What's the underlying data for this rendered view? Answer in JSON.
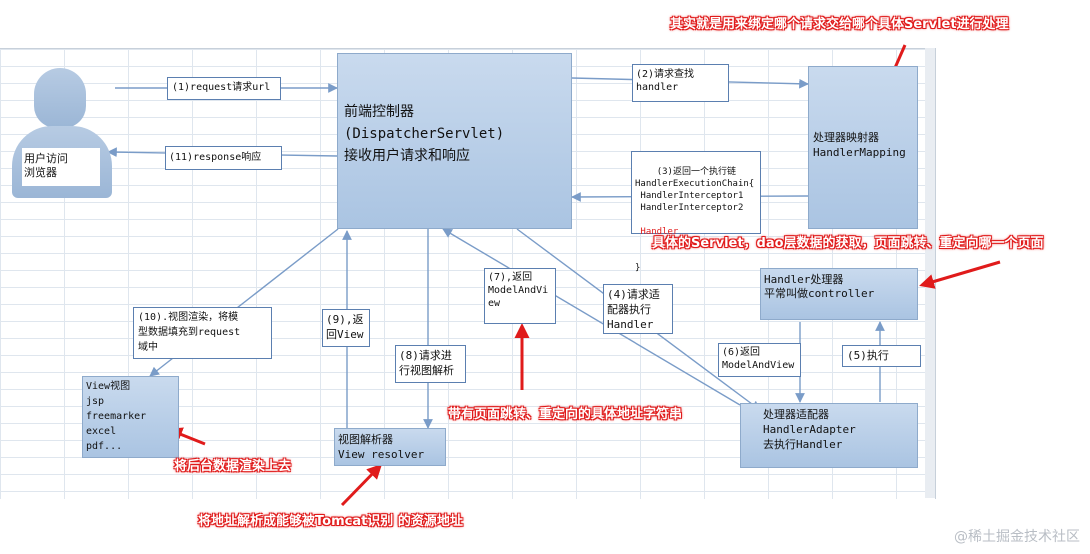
{
  "nodes": {
    "user_label": "用户访问\n浏览器",
    "dispatcher": "前端控制器\n(DispatcherServlet)\n接收用户请求和响应",
    "handler_mapping": "处理器映射器\nHandlerMapping",
    "controller": "Handler处理器\n平常叫做controller",
    "adapter": "处理器适配器\nHandlerAdapter\n去执行Handler",
    "view_resolver": "视图解析器\nView resolver",
    "view": "View视图\njsp\nfreemarker\nexcel\npdf..."
  },
  "steps": {
    "s1": "(1)request请求url",
    "s11": "(11)response响应",
    "s2": "(2)请求查找\nhandler",
    "s3_head": "(3)返回一个执行链\nHandlerExecutionChain{\n HandlerInterceptor1\n HandlerInterceptor2",
    "s3_red": " Handler",
    "s3_tail": "}",
    "s4": "(4)请求适\n配器执行\nHandler",
    "s5": "(5)执行",
    "s6": "(6)返回\nModelAndView",
    "s7": "(7),返回\nModelAndVi\new",
    "s8": "(8)请求进\n行视图解析",
    "s9": "(9),返\n回View",
    "s10": "(10).视图渲染，将模\n型数据填充到request\n域中"
  },
  "notes": {
    "n_top": "其实就是用来绑定哪个请求交给哪个具体Servlet进行处理",
    "n_controller": "具体的Servlet，dao层数据的获取，页面跳转、重定向哪一个页面",
    "n_modelandview": "带有页面跳转、重定向的具体地址字符串",
    "n_view": "将后台数据渲染上去",
    "n_resolver": "将地址解析成能够被Tomcat识别 的资源地址"
  },
  "watermark": "@稀土掘金技术社区",
  "colors": {
    "arrow": "#7a9cc8",
    "note": "#e01b1b",
    "box_fill": "#b8cfe8",
    "handler_red": "#e01b1b"
  }
}
